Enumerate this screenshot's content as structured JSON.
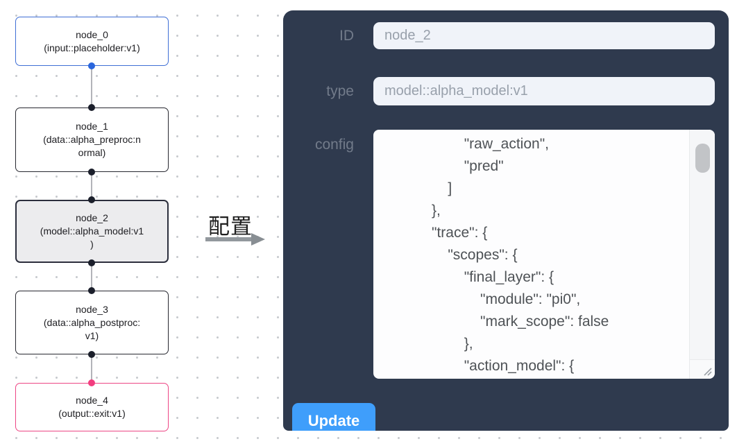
{
  "flow": {
    "edge_label": "配置",
    "nodes": [
      {
        "name": "node_0",
        "lines": [
          "node_0",
          "(input::placeholder:v1)"
        ]
      },
      {
        "name": "node_1",
        "lines": [
          "node_1",
          "(data::alpha_preproc:n",
          "ormal)"
        ]
      },
      {
        "name": "node_2",
        "lines": [
          "node_2",
          "(model::alpha_model:v1",
          ")"
        ]
      },
      {
        "name": "node_3",
        "lines": [
          "node_3",
          "(data::alpha_postproc:",
          "v1)"
        ]
      },
      {
        "name": "node_4",
        "lines": [
          "node_4",
          "(output::exit:v1)"
        ]
      }
    ]
  },
  "panel": {
    "id_label": "ID",
    "id_value": "node_2",
    "type_label": "type",
    "type_value": "model::alpha_model:v1",
    "config_label": "config",
    "config_text": "                    \"raw_action\",\n                    \"pred\"\n                ]\n            },\n            \"trace\": {\n                \"scopes\": {\n                    \"final_layer\": {\n                        \"module\": \"pi0\",\n                        \"mark_scope\": false\n                    },\n                    \"action_model\": {",
    "update_label": "Update"
  },
  "colors": {
    "panel_bg": "#2f3a4e",
    "update_blue": "#3f9efb",
    "input_node_border": "#3e6ed5",
    "output_node_border": "#ed4584",
    "selected_node_bg": "#ececee",
    "port_blue": "#2a66dd",
    "port_dark": "#1b1f2b",
    "port_pink": "#f23d7f",
    "field_bg": "#f0f3f9",
    "canvas_dot": "#c7cace"
  }
}
